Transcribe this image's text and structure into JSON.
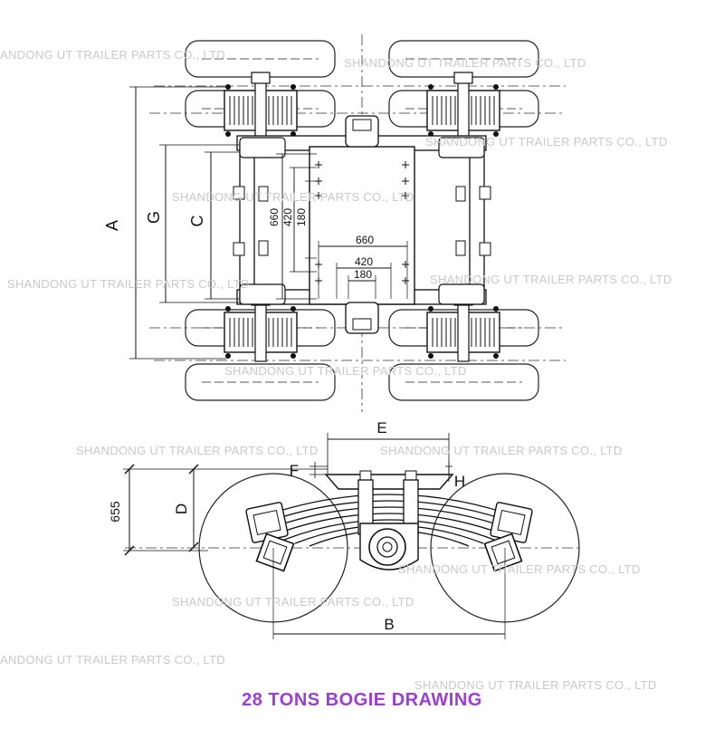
{
  "watermark": "SHANDONG UT TRAILER PARTS CO., LTD",
  "watermark_cut": "ANDONG UT TRAILER PARTS CO., LTD",
  "caption": "28 TONS BOGIE DRAWING",
  "top_view": {
    "dim_labels": {
      "a": "A",
      "g": "G",
      "c": "C"
    },
    "vertical_dims": {
      "d660": "660",
      "d420": "420",
      "d180": "180"
    },
    "horizontal_dims": {
      "d660": "660",
      "d420": "420",
      "d180": "180"
    }
  },
  "side_view": {
    "dim_labels": {
      "e": "E",
      "f": "F",
      "h": "H",
      "d": "D",
      "b": "B"
    },
    "height_value": "655"
  }
}
